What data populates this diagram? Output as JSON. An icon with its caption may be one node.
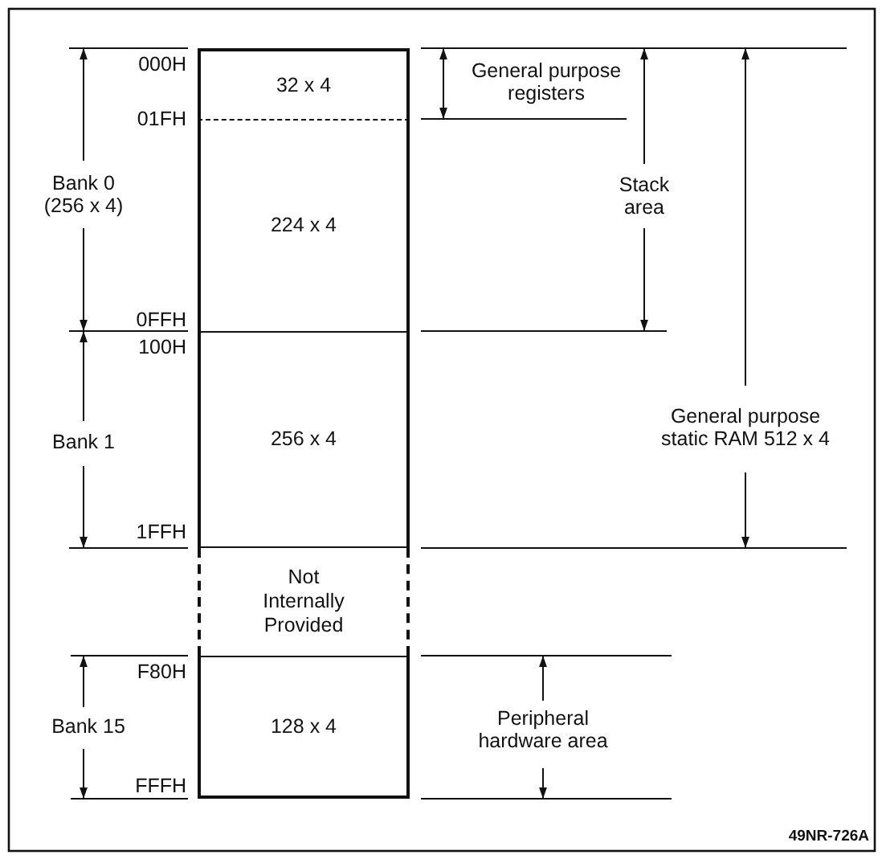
{
  "diagram": {
    "nodes": [
      {
        "text": [
          "32 x 4"
        ]
      },
      {
        "text": [
          "224 x 4"
        ]
      },
      {
        "text": [
          "256 x 4"
        ]
      },
      {
        "text": [
          "Not Internally Provided"
        ]
      },
      {
        "text": [
          "128 x 4"
        ]
      }
    ],
    "labels": [
      "000H",
      "01FH",
      "0FFH",
      "100H",
      "1FFH",
      "F80H",
      "FFFH",
      "Bank 0 (256 x 4)",
      "Bank 1",
      "Bank 15",
      "General purpose registers",
      "Stack area",
      "General purpose static RAM 512 x 4",
      "Peripheral hardware area",
      "49NR-726A"
    ]
  }
}
